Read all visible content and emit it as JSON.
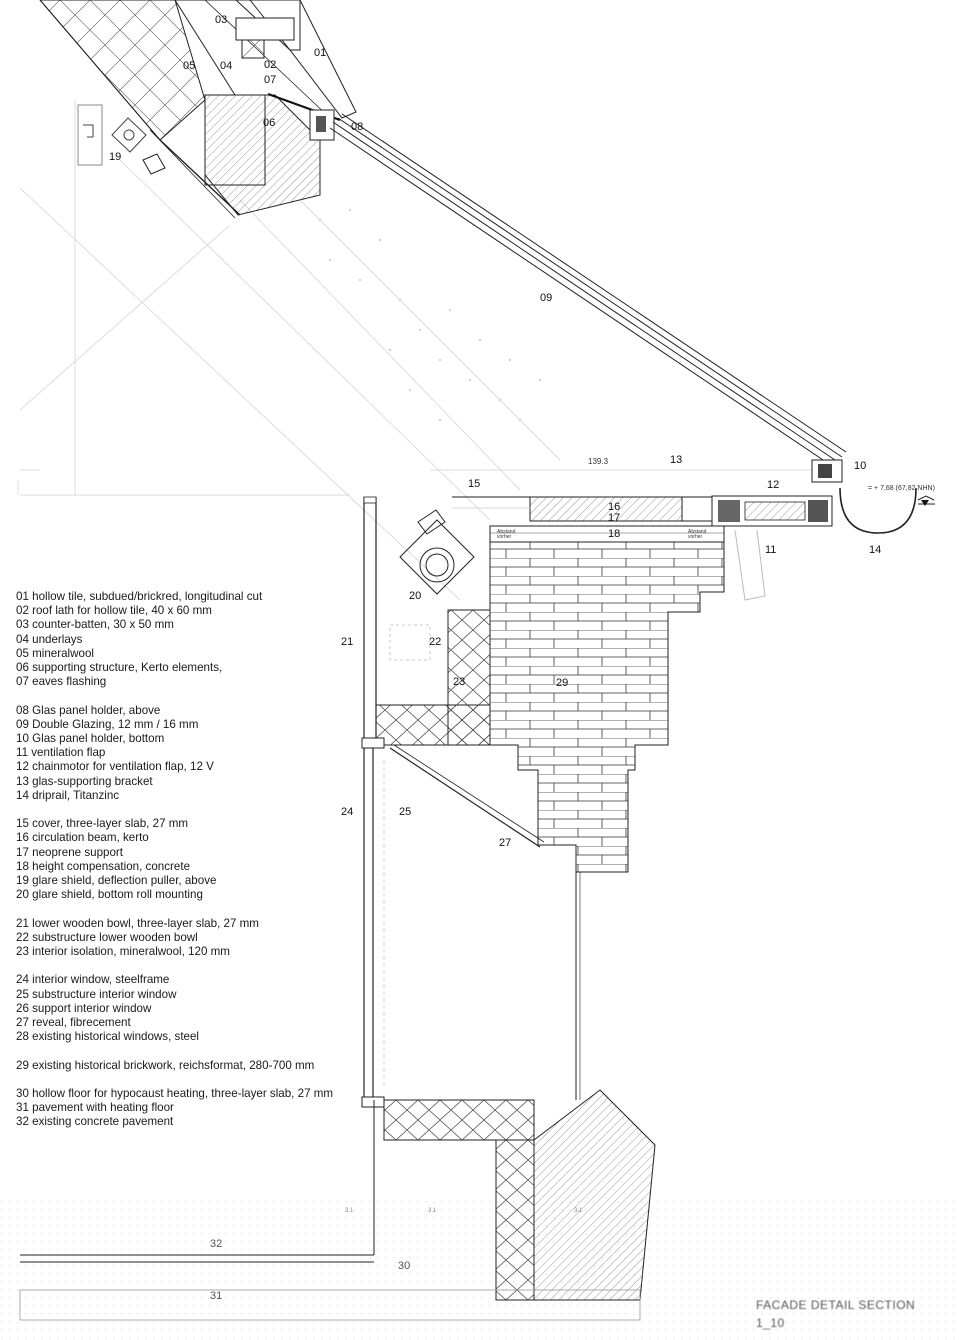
{
  "numbers": {
    "n01": "01",
    "n02": "02",
    "n03": "03",
    "n04": "04",
    "n05": "05",
    "n06": "06",
    "n07": "07",
    "n08": "08",
    "n09": "09",
    "n10": "10",
    "n11": "11",
    "n12": "12",
    "n13": "13",
    "n14": "14",
    "n15": "15",
    "n16": "16",
    "n17": "17",
    "n18": "18",
    "n19": "19",
    "n20": "20",
    "n21": "21",
    "n22": "22",
    "n23": "23",
    "n24": "24",
    "n25": "25",
    "n27": "27",
    "n29": "29",
    "n30": "30",
    "n31": "31",
    "n32": "32"
  },
  "annotations": {
    "dimension": "139.3",
    "level": "= + 7,68 (67,82 NHN)",
    "spacer_left_1": "Abstand",
    "spacer_left_2": "vorher",
    "spacer_right_1": "Abstand",
    "spacer_right_2": "vorher",
    "dim_a": "3.1",
    "dim_b": "3.1",
    "dim_c": "3.1"
  },
  "legend": {
    "groups": [
      [
        "01 hollow tile, subdued/brickred, longitudinal cut",
        "02 roof lath for hollow tile, 40 x 60 mm",
        "03 counter-batten, 30 x 50 mm",
        "04 underlays",
        "05 mineralwool",
        "06 supporting structure, Kerto elements,",
        "07 eaves flashing"
      ],
      [
        "08 Glas panel holder, above",
        "09 Double Glazing, 12 mm / 16 mm",
        "10 Glas panel holder, bottom",
        "11 ventilation flap",
        "12 chainmotor for ventilation flap, 12 V",
        "13 glas-supporting bracket",
        "14 driprail, Titanzinc"
      ],
      [
        "15 cover, three-layer slab, 27 mm",
        "16 circulation beam, kerto",
        "17 neoprene support",
        "18 height compensation, concrete",
        "19 glare shield, deflection puller, above",
        "20 glare shield, bottom roll mounting"
      ],
      [
        "21 lower wooden bowl, three-layer slab, 27 mm",
        "22 substructure lower wooden bowl",
        "23 interior isolation, mineralwool, 120 mm"
      ],
      [
        "24 interior window, steelframe",
        "25 substructure interior window",
        "26 support interior window",
        "27 reveal, fibrecement",
        "28 existing historical windows, steel"
      ],
      [
        "29 existing historical brickwork, reichsformat, 280-700 mm"
      ],
      [
        "30 hollow floor for hypocaust heating, three-layer slab, 27 mm",
        "31 pavement with heating floor",
        "32 existing concrete pavement"
      ]
    ]
  },
  "title_block": {
    "title": "FACADE DETAIL SECTION",
    "scale": "1_10"
  }
}
